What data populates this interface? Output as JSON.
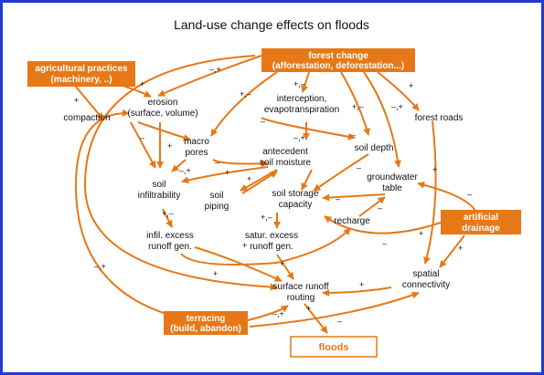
{
  "title": "Land-use change effects on floods",
  "colors": {
    "accent": "#e67817",
    "border": "#1f3ad1"
  },
  "drivers": {
    "agricultural_practices": [
      "agricultural practices",
      "(machinery, ..)"
    ],
    "forest_change": [
      "forest change",
      "(afforestation, deforestation...)"
    ],
    "artificial_drainage": [
      "artificial",
      "drainage"
    ],
    "terracing": [
      "terracing",
      "(build, abandon)"
    ]
  },
  "outcome": "floods",
  "nodes": {
    "compaction": "compaction",
    "erosion": [
      "erosion",
      "(surface, volume)"
    ],
    "interception": [
      "interception,",
      "evapotranspiration"
    ],
    "forest_roads": "forest roads",
    "macro_pores": [
      "macro",
      "pores"
    ],
    "antecedent_soil_moisture": [
      "antecedent",
      "soil moisture"
    ],
    "soil_depth": "soil depth",
    "groundwater_table": [
      "groundwater",
      "table"
    ],
    "soil_infiltrability": [
      "soil",
      "infiltrability"
    ],
    "soil_piping": [
      "soil",
      "piping"
    ],
    "soil_storage_capacity": [
      "soil storage",
      "capacity"
    ],
    "recharge": "recharge",
    "infil_excess": [
      "infil. excess",
      "runoff gen."
    ],
    "satur_excess": [
      "satur. excess",
      "runoff gen."
    ],
    "surface_runoff_routing": [
      "surface runoff",
      "routing"
    ],
    "spatial_connectivity": [
      "spatial",
      "connectivity"
    ]
  },
  "signs": {
    "s1": "–,+",
    "s2": "+",
    "s3": "+",
    "s4": "+,–",
    "s5": "+,–",
    "s6": "+,–",
    "s7": "–,+",
    "s8": "+",
    "s9": "–",
    "s10": "–",
    "s11": "–",
    "s12": "–,+",
    "s13": "+",
    "s14": "–,+",
    "s15": "–",
    "s16": "+",
    "s17": "+",
    "s18": "+,–",
    "s19": "+,–",
    "s20": "–",
    "s21": "–",
    "s22": "–",
    "s23": "–",
    "s24": "–",
    "s25": "+",
    "s26": "–,+",
    "s27": "+",
    "s28": "+",
    "s29": "+",
    "s30": "+",
    "s31": "–,+",
    "s32": "+",
    "s33": "–",
    "s34": "+",
    "s35": "+"
  }
}
